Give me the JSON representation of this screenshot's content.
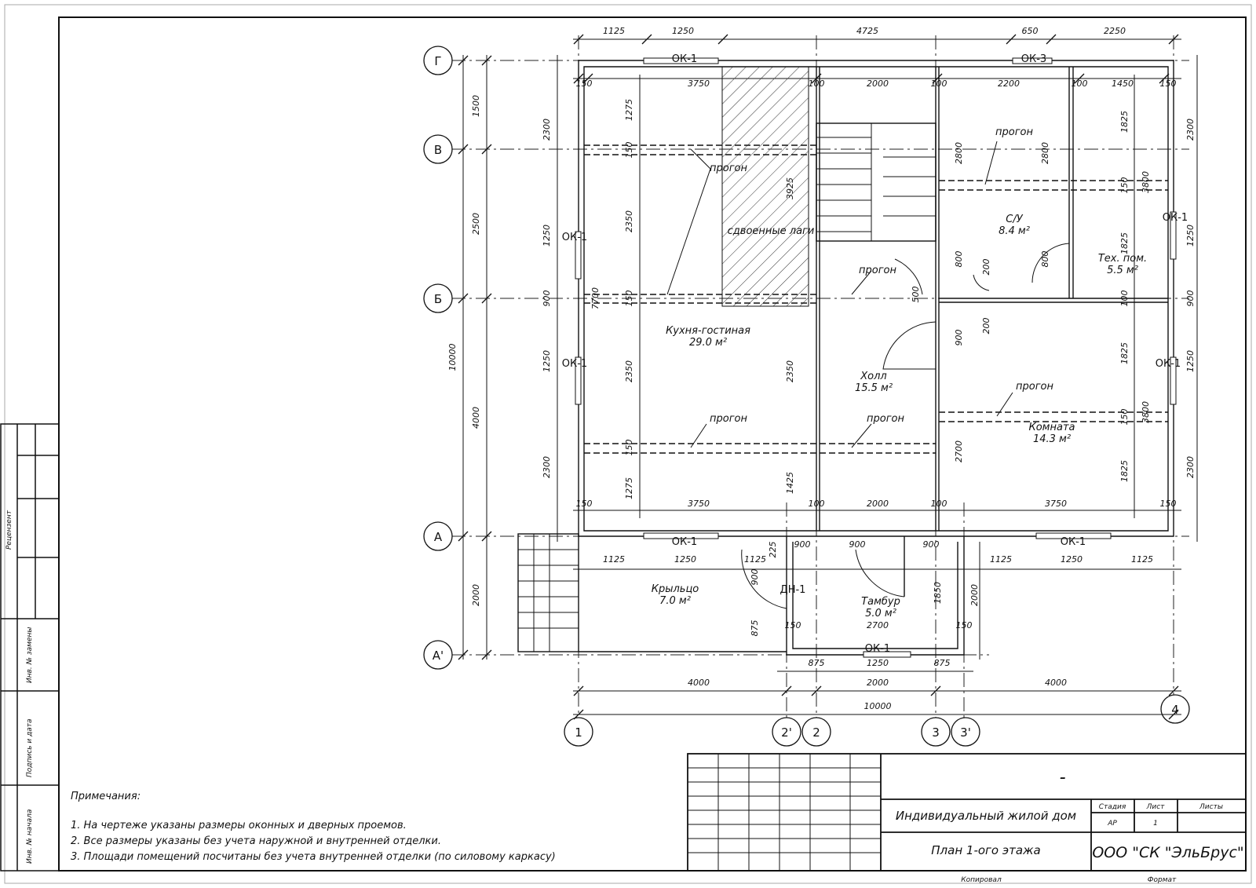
{
  "plan": {
    "axes_rows": [
      "Г",
      "В",
      "Б",
      "А",
      "А'"
    ],
    "axes_cols": [
      "1",
      "2'",
      "2",
      "3",
      "3'",
      "4"
    ],
    "top_dims": [
      "1125",
      "1250",
      "4725",
      "650",
      "2250"
    ],
    "top_inner_dims": [
      "150",
      "3750",
      "100",
      "2000",
      "100",
      "2200",
      "100",
      "1450",
      "150"
    ],
    "row_a_inner_dims": [
      "150",
      "3750",
      "100",
      "2000",
      "100",
      "3750",
      "150"
    ],
    "left_outer_dims": [
      "1500",
      "2500",
      "4000",
      "2000"
    ],
    "left_total": "10000",
    "left_wall_dims": [
      "2300",
      "1250",
      "900",
      "1250",
      "2300"
    ],
    "left_inner_dims": [
      "1275",
      "150",
      "2350",
      "150",
      "2350",
      "150",
      "1275"
    ],
    "right_wall_dims": [
      "2300",
      "1250",
      "900",
      "1250",
      "2300"
    ],
    "right_inner_dims": [
      "1825",
      "150",
      "1825",
      "100",
      "1825",
      "150",
      "1825"
    ],
    "right_extra_dims": [
      "3800",
      "3800"
    ],
    "mid_dims": [
      "3925",
      "7700",
      "2350",
      "1425",
      "2800",
      "2800",
      "800",
      "800",
      "500",
      "200",
      "200",
      "900",
      "2700",
      "2000",
      "1850"
    ],
    "porch_dims": [
      "1125",
      "1250",
      "1125",
      "900",
      "900",
      "900",
      "1125",
      "1250",
      "1125"
    ],
    "tambur_dims": [
      "225",
      "900",
      "875",
      "150",
      "2700",
      "150"
    ],
    "bottom_dims": [
      "875",
      "1250",
      "875"
    ],
    "bottom_totals": [
      "4000",
      "2000",
      "4000"
    ],
    "bottom_total": "10000",
    "windows": [
      "ОК-1",
      "ОК-3",
      "ОК-1",
      "ОК-1",
      "ОК-1",
      "ОК-1",
      "ОК-1",
      "ОК-1",
      "ОК-1"
    ],
    "door_label": "ДН-1",
    "beam_label": "прогон",
    "double_joist": "сдвоенные лаги",
    "rooms": [
      {
        "name": "Кухня-гостиная",
        "area": "29.0 м²"
      },
      {
        "name": "С/У",
        "area": "8.4 м²"
      },
      {
        "name": "Тех. пом.",
        "area": "5.5 м²"
      },
      {
        "name": "Холл",
        "area": "15.5 м²"
      },
      {
        "name": "Комната",
        "area": "14.3 м²"
      },
      {
        "name": "Крыльцо",
        "area": "7.0 м²"
      },
      {
        "name": "Тамбур",
        "area": "5.0 м²"
      }
    ]
  },
  "notes": {
    "title": "Примечания:",
    "items": [
      "1. На чертеже указаны размеры оконных и дверных проемов.",
      "2. Все размеры указаны без учета наружной и внутренней отделки.",
      "3. Площади помещений посчитаны без учета внутренней отделки (по силовому каркасу)"
    ]
  },
  "side_stamp": {
    "reviewer": "Рецензент",
    "replace_inv": "Инв. № замены",
    "sign_date": "Подпись и дата",
    "orig_inv": "Инв. № начала"
  },
  "title_block": {
    "code": "–",
    "project": "Индивидуальный жилой дом",
    "sheet_title": "План 1-ого этажа",
    "stage_header": "Стадия",
    "sheet_header": "Лист",
    "sheets_header": "Листы",
    "stage": "АР",
    "sheet": "1",
    "company": "ООО \"СК \"ЭльБрус\"",
    "copied": "Копировал",
    "format": "Формат"
  }
}
